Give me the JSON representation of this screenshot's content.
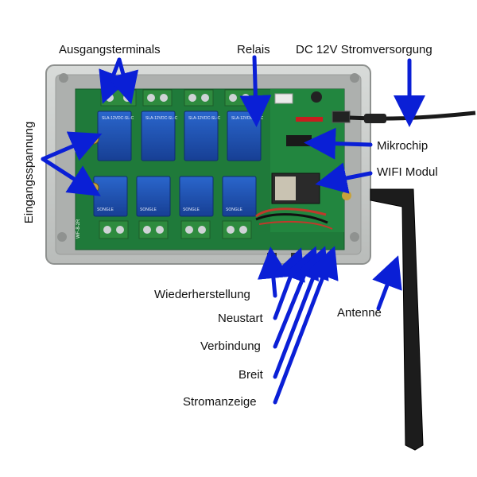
{
  "labels": {
    "output_terminals": "Ausgangsterminals",
    "relay": "Relais",
    "power_supply": "DC 12V Stromversorgung",
    "microchip": "Mikrochip",
    "wifi_module": "WIFI Modul",
    "input_voltage": "Eingangsspannung",
    "restore": "Wiederherstellung",
    "restart": "Neustart",
    "connection": "Verbindung",
    "ready": "Breit",
    "power_indicator": "Stromanzeige",
    "antenna": "Antenne"
  },
  "board": {
    "relay_marking": "SLA-12VDC-SL-C",
    "relay_brand": "SONGLE",
    "model_marking": "WF-8-2R"
  },
  "colors": {
    "arrow": "#0a1fd6",
    "enclosure": "#c9ccca",
    "pcb": "#1f7a3a",
    "relay": "#1b4fb3",
    "terminal": "#2e8b3e",
    "cable": "#1a1a1a"
  }
}
